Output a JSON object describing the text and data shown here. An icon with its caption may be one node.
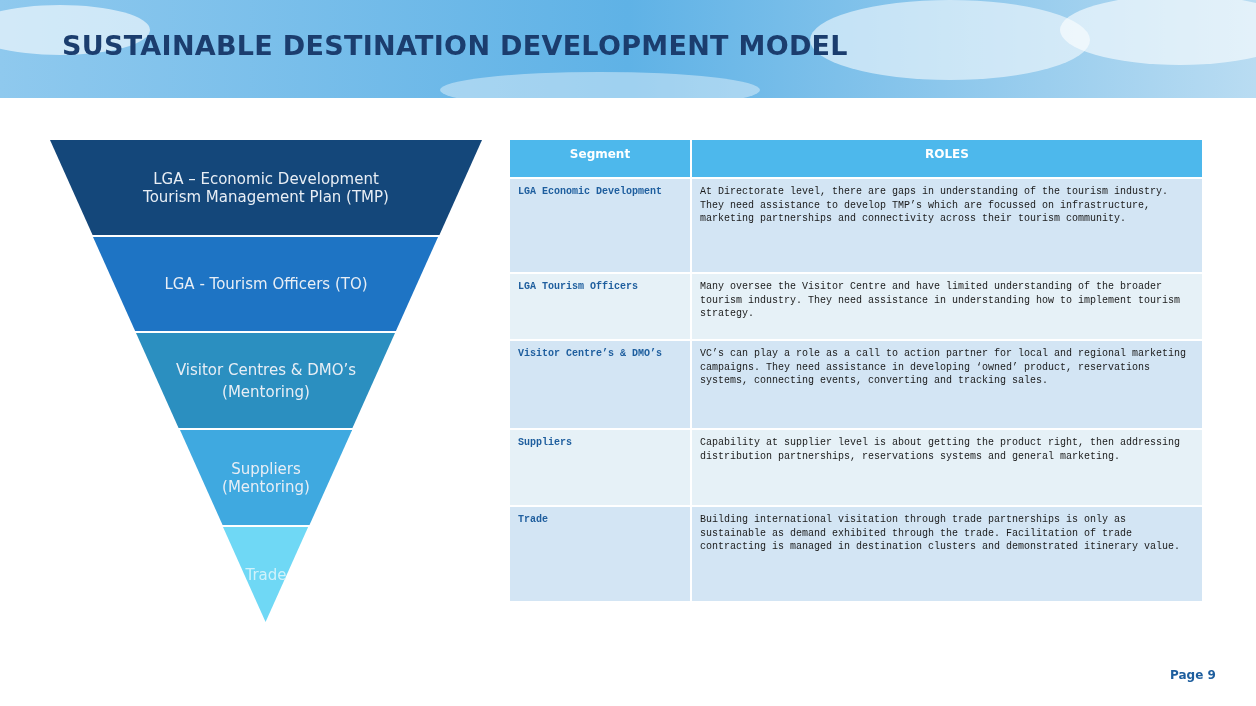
{
  "diagram": {
    "title": "SUSTAINABLE DESTINATION DEVELOPMENT MODEL",
    "nodes": [
      {
        "text": [
          "LGA – Economic Development Tourism Management Plan (TMP)"
        ]
      },
      {
        "text": [
          "LGA - Tourism Officers (TO)"
        ]
      },
      {
        "text": [
          "Visitor Centres & DMO’s",
          "(Mentoring)"
        ]
      },
      {
        "text": [
          "Suppliers (Mentoring)"
        ]
      },
      {
        "text": [
          "Trade"
        ]
      }
    ],
    "labels": [
      "Segment",
      "ROLES",
      "LGA Economic Development",
      "At Directorate level, there are gaps in understanding of the tourism industry. They need assistance to develop TMP’s which are focussed on infrastructure, marketing partnerships and connectivity across their tourism community.",
      "LGA Tourism Officers",
      "Many oversee the Visitor Centre and have limited understanding of the broader tourism industry. They need assistance in understanding how to implement tourism strategy.",
      "Visitor Centre’s & DMO’s",
      "VC’s can play a role as a call to action partner for local and regional marketing campaigns. They need assistance in developing ‘owned’ product, reservations systems, connecting events, converting and tracking sales.",
      "Suppliers",
      "Capability at supplier level is about getting the product right, then addressing distribution partnerships, reservations systems and general marketing.",
      "Trade",
      "Building international visitation through trade partnerships is only as sustainable as demand exhibited through the trade. Facilitation of trade contracting is managed in destination clusters and demonstrated itinerary value.",
      "Page 9"
    ]
  }
}
